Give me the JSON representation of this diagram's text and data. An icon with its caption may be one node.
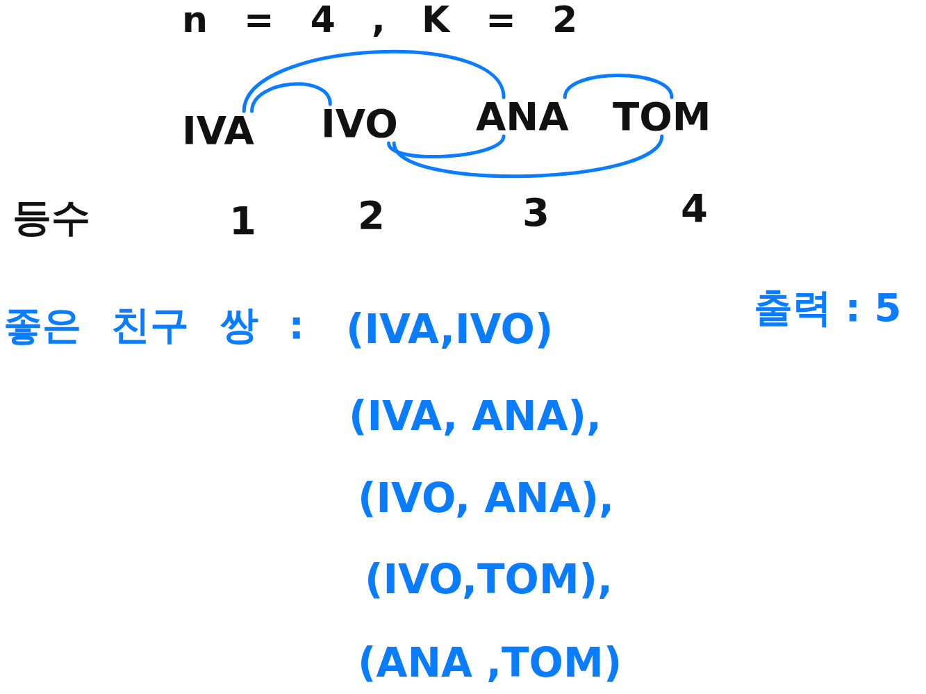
{
  "diagram": {
    "title": "n = 4 , K = 2",
    "nodes": [
      {
        "text": [
          "IVA"
        ]
      },
      {
        "text": [
          "IVO"
        ]
      },
      {
        "text": [
          "ANA"
        ]
      },
      {
        "text": [
          "TOM"
        ]
      }
    ],
    "edges": [
      {
        "from": 0,
        "to": 1,
        "arrow": "none"
      },
      {
        "from": 0,
        "to": 2,
        "arrow": "none"
      },
      {
        "from": 2,
        "to": 3,
        "arrow": "none"
      },
      {
        "from": 1,
        "to": 2,
        "arrow": "none"
      },
      {
        "from": 1,
        "to": 3,
        "arrow": "none"
      }
    ],
    "labels": [
      "등수",
      "1",
      "2",
      "3",
      "4",
      "좋은 친구 쌍 :",
      "(IVA,IVO)",
      "출력 : 5",
      "(IVA, ANA),",
      "(IVO, ANA),",
      "(IVO,TOM),",
      "(ANA ,TOM)"
    ]
  }
}
